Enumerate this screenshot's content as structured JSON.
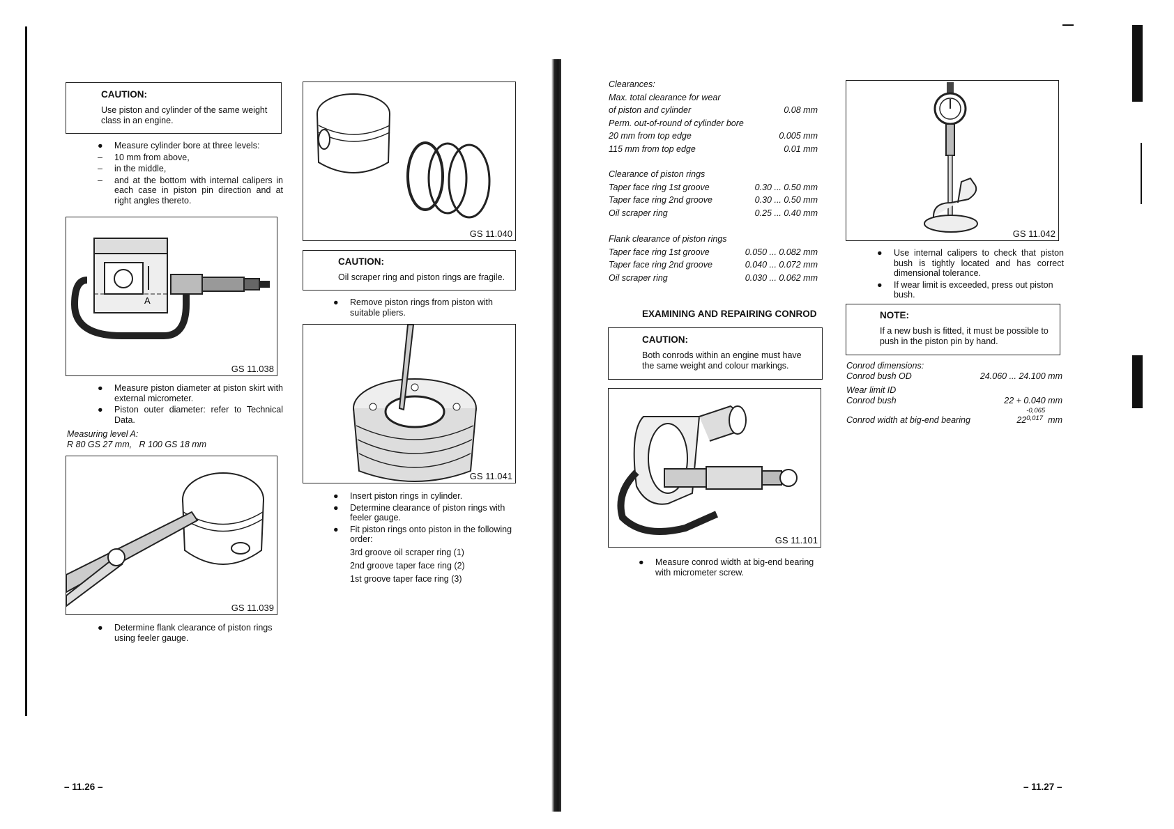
{
  "left_page": {
    "caution1": {
      "title": "CAUTION:",
      "text": "Use piston and cylinder of the same weight class in an engine."
    },
    "measure_list": [
      {
        "marker": "●",
        "text": "Measure cylinder bore at three levels:"
      },
      {
        "marker": "–",
        "text": "10 mm from above,"
      },
      {
        "marker": "–",
        "text": "in the middle,"
      },
      {
        "marker": "–",
        "text": "and at the bottom with internal calipers in each case in piston pin direction and at right angles thereto."
      }
    ],
    "fig1": {
      "label": "GS 11.038",
      "marker_a": "A"
    },
    "piston_list": [
      {
        "marker": "●",
        "text": "Measure piston diameter at piston skirt with external micrometer."
      },
      {
        "marker": "●",
        "text": "Piston outer diameter: refer to Technical Data."
      }
    ],
    "measuring_level": {
      "title": "Measuring level A:",
      "value": "R 80 GS 27 mm,   R 100 GS 18 mm"
    },
    "fig2": {
      "label": "GS 11.039"
    },
    "flank_list": [
      {
        "marker": "●",
        "text": "Determine flank clearance of piston rings using feeler gauge."
      }
    ],
    "page_number": "– 11.26 –"
  },
  "middle_column": {
    "fig3": {
      "label": "GS 11.040"
    },
    "caution2": {
      "title": "CAUTION:",
      "text": "Oil scraper ring and piston rings are fragile."
    },
    "remove_list": [
      {
        "marker": "●",
        "text": "Remove piston rings from piston with suitable pliers."
      }
    ],
    "fig4": {
      "label": "GS 11.041"
    },
    "insert_list": [
      {
        "marker": "●",
        "text": "Insert piston rings in cylinder."
      },
      {
        "marker": "●",
        "text": "Determine clearance of piston rings with feeler gauge."
      },
      {
        "marker": "●",
        "text": "Fit piston rings onto piston in the following order:"
      }
    ],
    "ring_order": [
      "3rd groove oil scraper ring (1)",
      "2nd groove taper face ring (2)",
      "1st groove taper face ring (3)"
    ]
  },
  "right_page": {
    "clearances": {
      "title": "Clearances:",
      "rows": [
        {
          "label": "Max. total clearance for wear",
          "value": ""
        },
        {
          "label": "of piston and cylinder",
          "value": "0.08 mm"
        },
        {
          "label": "Perm. out-of-round of cylinder bore",
          "value": ""
        },
        {
          "label": "20 mm from top edge",
          "value": "0.005 mm"
        },
        {
          "label": "115 mm from top edge",
          "value": "0.01 mm"
        }
      ]
    },
    "ring_clearance": {
      "title": "Clearance of piston rings",
      "rows": [
        {
          "label": "Taper face ring 1st groove",
          "value": "0.30 ... 0.50 mm"
        },
        {
          "label": "Taper face ring 2nd groove",
          "value": "0.30 ... 0.50 mm"
        },
        {
          "label": "Oil scraper ring",
          "value": "0.25 ... 0.40 mm"
        }
      ]
    },
    "flank_clearance": {
      "title": "Flank clearance of piston rings",
      "rows": [
        {
          "label": "Taper face ring 1st groove",
          "value": "0.050 ... 0.082 mm"
        },
        {
          "label": "Taper face ring 2nd groove",
          "value": "0.040 ... 0.072 mm"
        },
        {
          "label": "Oil scraper ring",
          "value": "0.030 ... 0.062 mm"
        }
      ]
    },
    "conrod_heading": "EXAMINING AND REPAIRING CONROD",
    "caution3": {
      "title": "CAUTION:",
      "text": "Both conrods within an engine must have the same weight and colour markings."
    },
    "fig5": {
      "label": "GS 11.101"
    },
    "conrod_list": [
      {
        "marker": "●",
        "text": "Measure conrod width at big-end bearing with micrometer screw."
      }
    ],
    "fig6": {
      "label": "GS 11.042"
    },
    "calipers_list": [
      {
        "marker": "●",
        "text": "Use internal calipers to check that piston bush is tightly located and has correct dimensional tolerance."
      },
      {
        "marker": "●",
        "text": "If wear limit is exceeded, press out piston bush."
      }
    ],
    "note": {
      "title": "NOTE:",
      "text": "If a new bush is fitted, it must be possible to push in the piston pin by hand."
    },
    "conrod_dims": {
      "title": "Conrod dimensions:",
      "bush_od_label": "Conrod bush OD",
      "bush_od_value": "24.060 ... 24.100 mm",
      "wear_limit_label": "Wear limit ID",
      "bush_label": "Conrod bush",
      "bush_value": "22 + 0.040 mm",
      "width_label": "Conrod width at big-end bearing",
      "width_base": "22",
      "width_upper": "-0,065",
      "width_lower": "0,017",
      "width_unit": "mm"
    },
    "page_number": "– 11.27 –"
  }
}
